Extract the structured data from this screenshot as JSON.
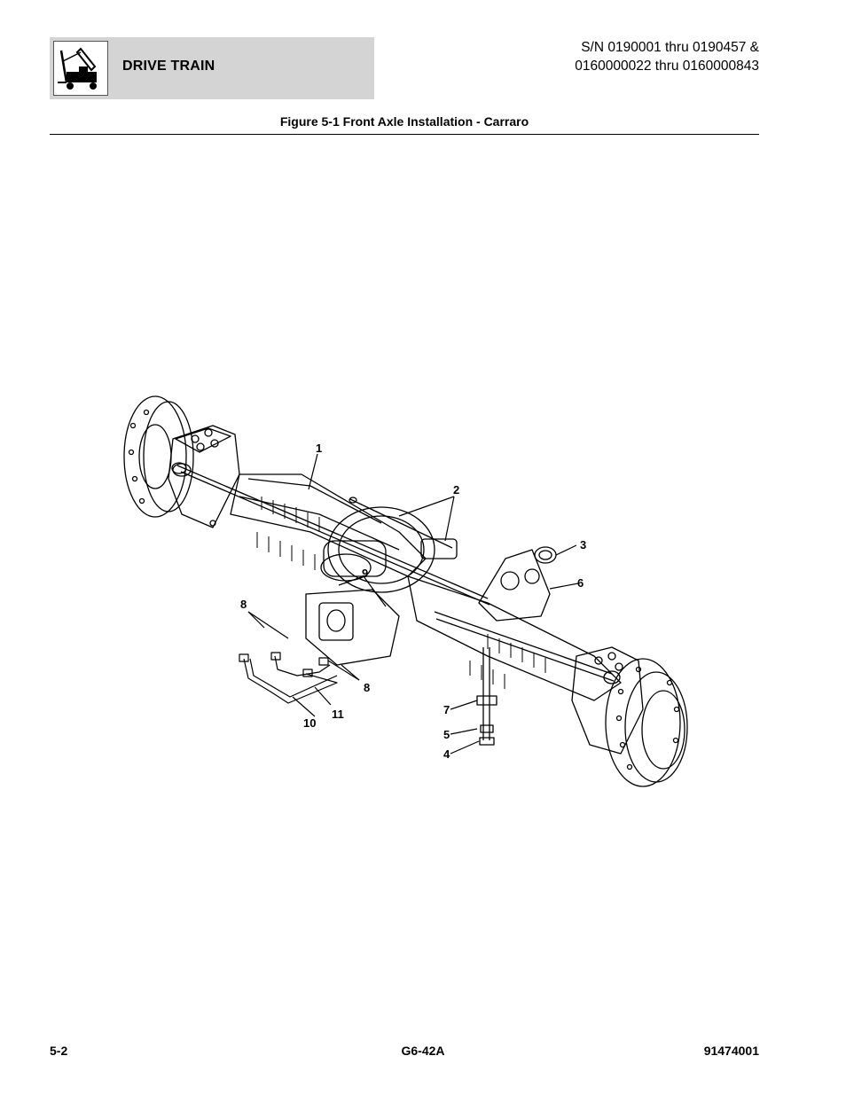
{
  "header": {
    "section_title": "DRIVE TRAIN",
    "icon": "forklift-icon",
    "serial_line1": "S/N 0190001 thru 0190457 &",
    "serial_line2": "0160000022 thru 0160000843"
  },
  "figure": {
    "caption": "Figure 5-1 Front Axle Installation - Carraro",
    "callouts": {
      "c1": "1",
      "c2": "2",
      "c3": "3",
      "c4": "4",
      "c5": "5",
      "c6": "6",
      "c7": "7",
      "c8a": "8",
      "c8b": "8",
      "c9": "9",
      "c10": "10",
      "c11": "11"
    }
  },
  "footer": {
    "page_number": "5-2",
    "model": "G6-42A",
    "doc_number": "91474001"
  }
}
